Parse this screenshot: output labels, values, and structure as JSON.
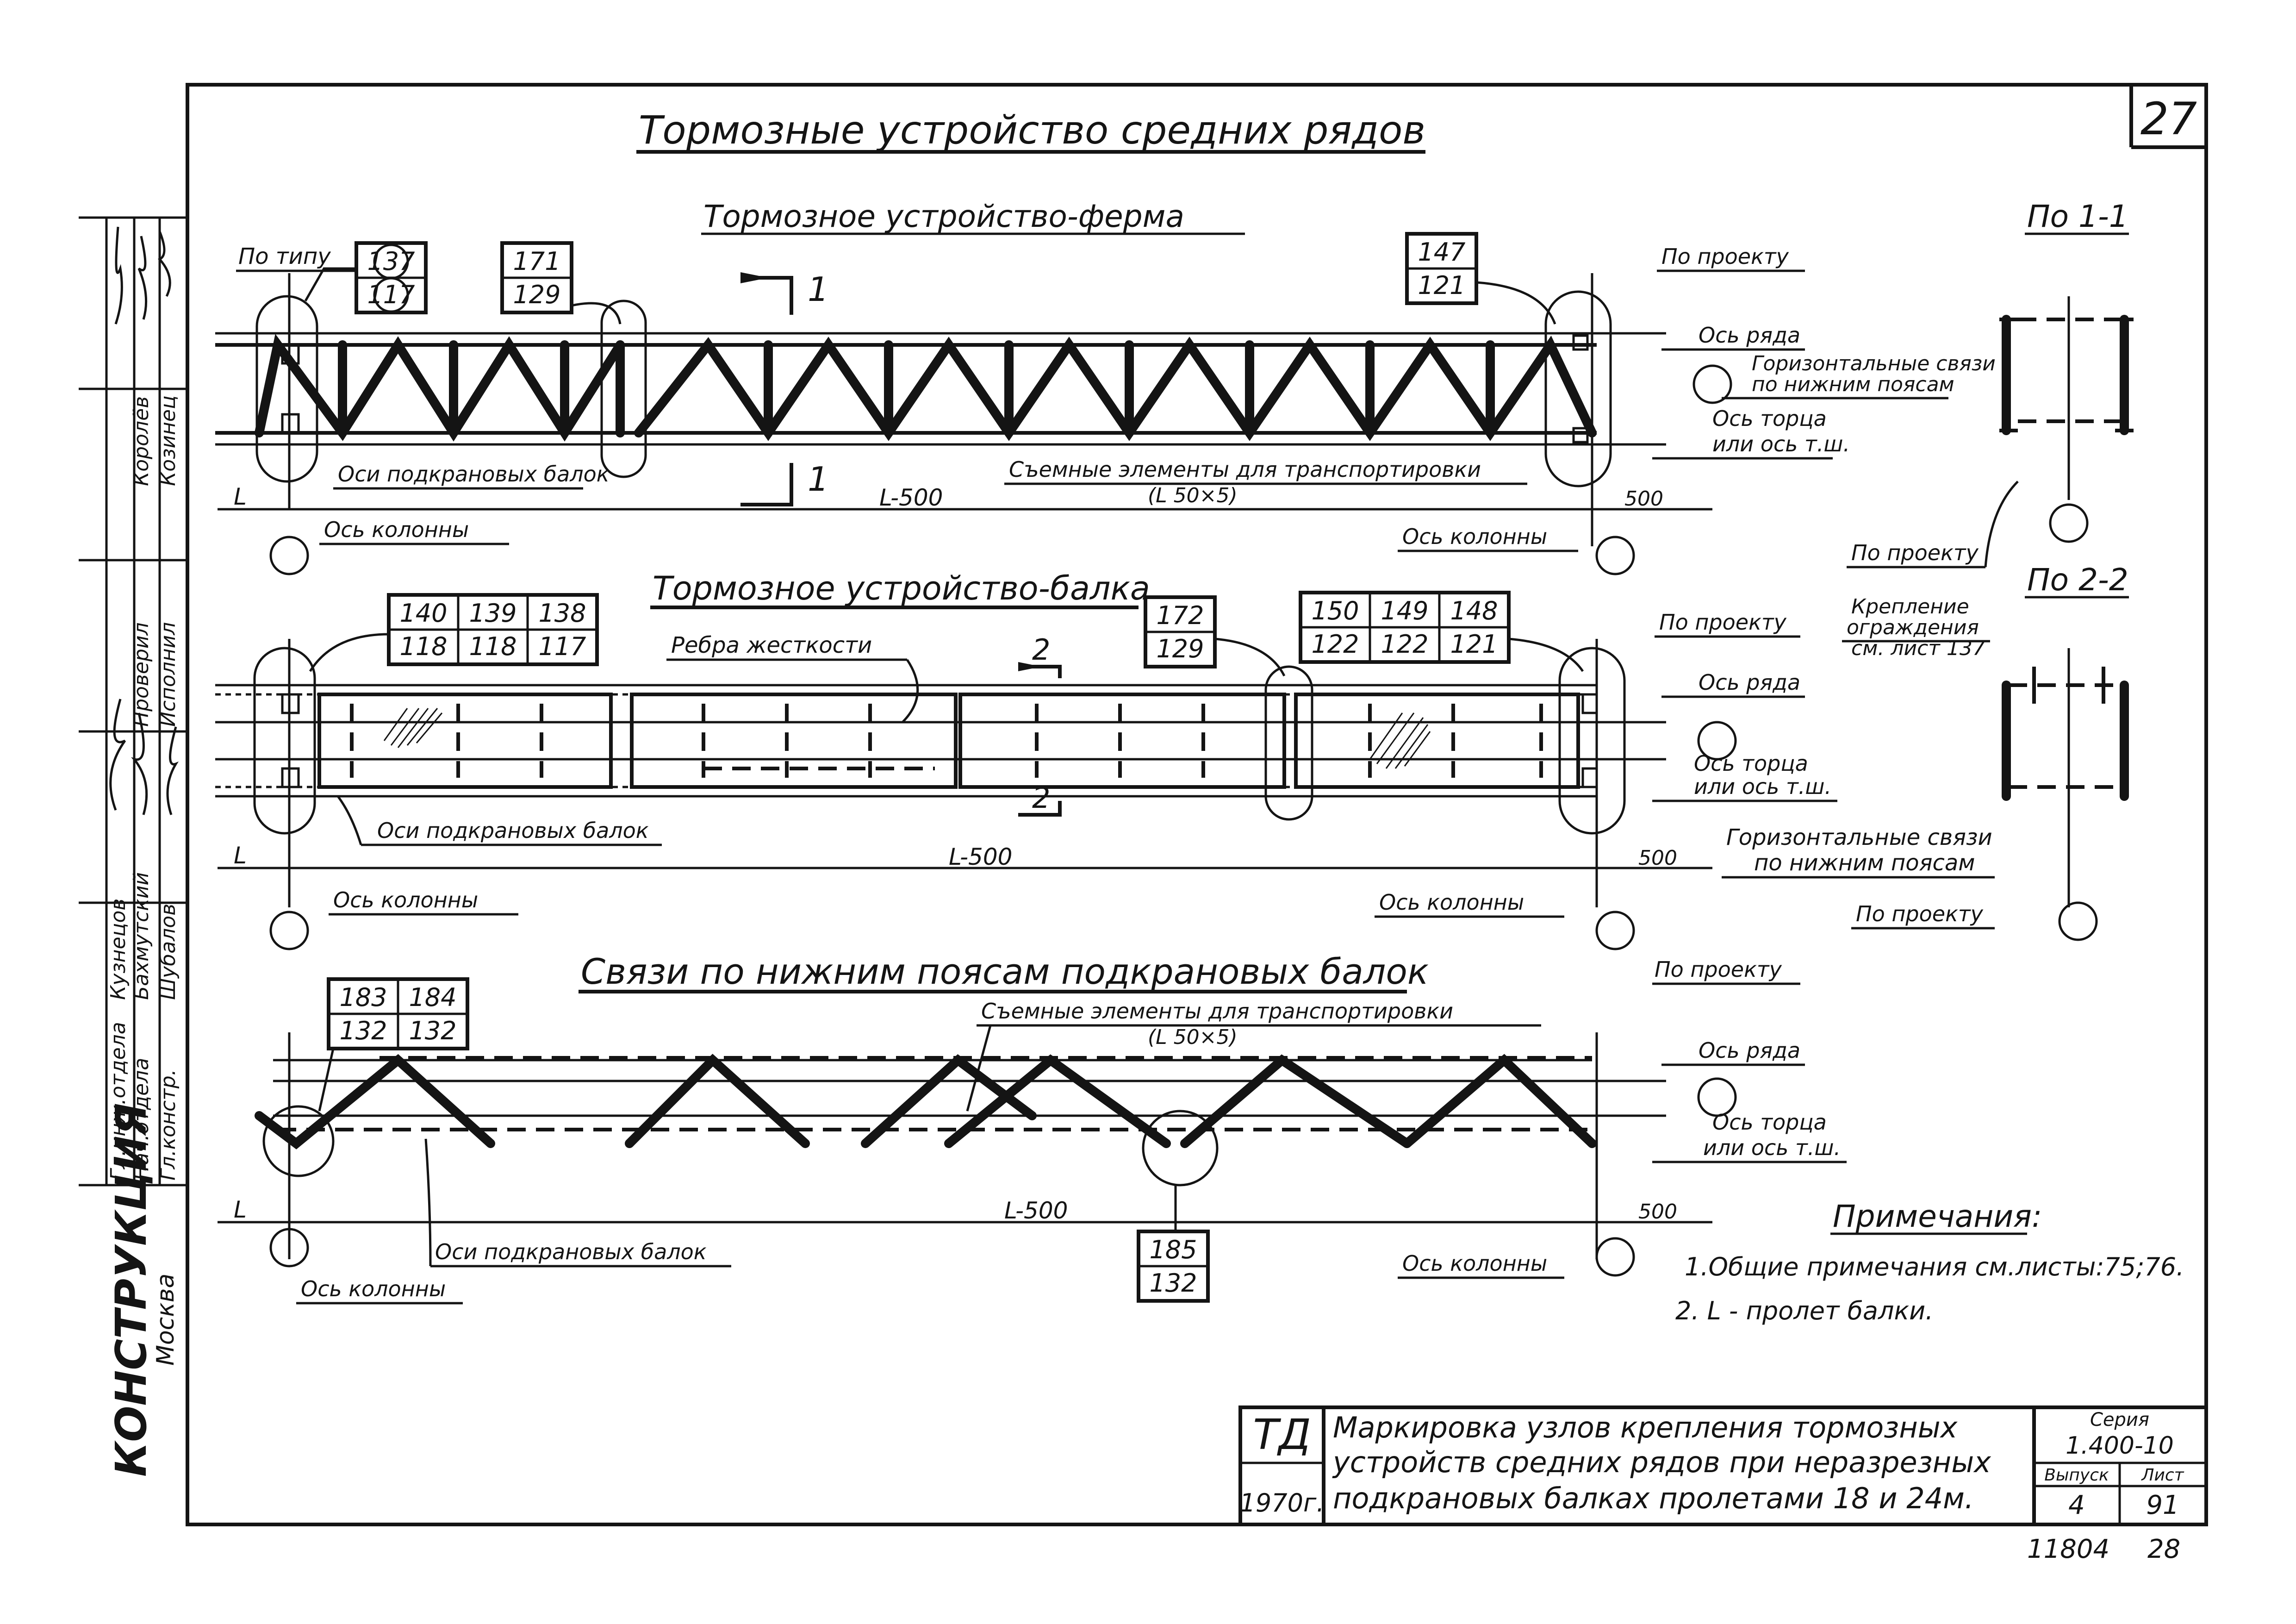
{
  "sheet_number": "27",
  "main_title": "Тормозные устройство средних рядов",
  "views": {
    "truss": {
      "title": "Тормозное устройство-ферма",
      "po_tipu": "По типу",
      "markers": [
        {
          "top": "137",
          "bottom": "117"
        },
        {
          "top": "171",
          "bottom": "129"
        },
        {
          "top": "147",
          "bottom": "121"
        }
      ],
      "section_mark": "1",
      "po_proektu": "По проекту",
      "os_ryada": "Ось ряда",
      "horiz_ties": "Горизонтальные связи",
      "horiz_ties_2": "по нижним поясам",
      "os_tortsa": "Ось торца",
      "os_tortsa_2": "или ось т.ш.",
      "crane_beam_axes": "Оси подкрановых балок",
      "removable": "Съемные элементы для транспортировки",
      "profile": "(L 50×5)",
      "L": "L",
      "L500": "L-500",
      "d500": "500",
      "column_axis_left": "Ось колонны",
      "column_axis_right": "Ось колонны"
    },
    "beam": {
      "title": "Тормозное устройство-балка",
      "markers": [
        {
          "top": "140",
          "bottom": "118"
        },
        {
          "top": "139",
          "bottom": "118"
        },
        {
          "top": "138",
          "bottom": "117"
        },
        {
          "top": "172",
          "bottom": "129"
        },
        {
          "top": "150",
          "bottom": "122"
        },
        {
          "top": "149",
          "bottom": "122"
        },
        {
          "top": "148",
          "bottom": "121"
        }
      ],
      "stiffeners": "Ребра жесткости",
      "section_mark": "2",
      "po_proektu": "По проекту",
      "os_ryada": "Ось ряда",
      "os_tortsa": "Ось торца",
      "os_tortsa_2": "или ось т.ш.",
      "crane_beam_axes": "Оси подкрановых балок",
      "horiz_ties": "Горизонтальные связи",
      "horiz_ties_2": "по нижним поясам",
      "L": "L",
      "L500": "L-500",
      "d500": "500",
      "column_axis_left": "Ось колонны",
      "column_axis_right": "Ось колонны"
    },
    "ties": {
      "title": "Связи по нижним поясам подкрановых балок",
      "markers": [
        {
          "top": "183",
          "bottom": "132"
        },
        {
          "top": "184",
          "bottom": "132"
        },
        {
          "top": "185",
          "bottom": "132"
        }
      ],
      "removable": "Съемные элементы для транспортировки",
      "profile": "(L 50×5)",
      "po_proektu": "По проекту",
      "os_ryada": "Ось ряда",
      "os_tortsa": "Ось торца",
      "os_tortsa_2": "или ось т.ш.",
      "crane_beam_axes": "Оси подкрановых балок",
      "L": "L",
      "L500": "L-500",
      "d500": "500",
      "column_axis_left": "Ось колонны",
      "column_axis_right": "Ось колонны"
    }
  },
  "sections": {
    "s1": {
      "title": "По 1-1",
      "po_proektu": "По проекту"
    },
    "s2": {
      "title": "По 2-2",
      "fastening_1": "Крепление",
      "fastening_2": "ограждения",
      "fastening_3": "см. лист 137",
      "po_proektu": "По проекту"
    }
  },
  "notes": {
    "title": "Примечания:",
    "items": [
      "1.Общие примечания см.листы:75;76.",
      "2. L - пролет балки."
    ]
  },
  "stamp": {
    "org_code": "ТД",
    "year": "1970г.",
    "title_lines": [
      "Маркировка узлов крепления тормозных",
      "устройств средних рядов при неразрезных",
      "подкрановых балках пролетами 18 и 24м."
    ],
    "series_label": "Серия",
    "series_value": "1.400-10",
    "issue_label": "Выпуск",
    "issue_value": "4",
    "sheet_label": "Лист",
    "sheet_value": "91"
  },
  "side_stamp": {
    "org_name": "КОНСТРУКЦИЯ",
    "city": "Москва",
    "roles": [
      "Гл.инж.отдела",
      "Нач.отдела",
      "Гл.констр.",
      "Проверил",
      "Исполнил"
    ],
    "names": [
      "Кузнецов",
      "Бахмутский",
      "Шубалов",
      "Королёв",
      "Козинец"
    ]
  },
  "bottom_numbers": {
    "left": "11804",
    "right": "28"
  },
  "colors": {
    "ink": "#141414",
    "paper": "#ffffff"
  }
}
